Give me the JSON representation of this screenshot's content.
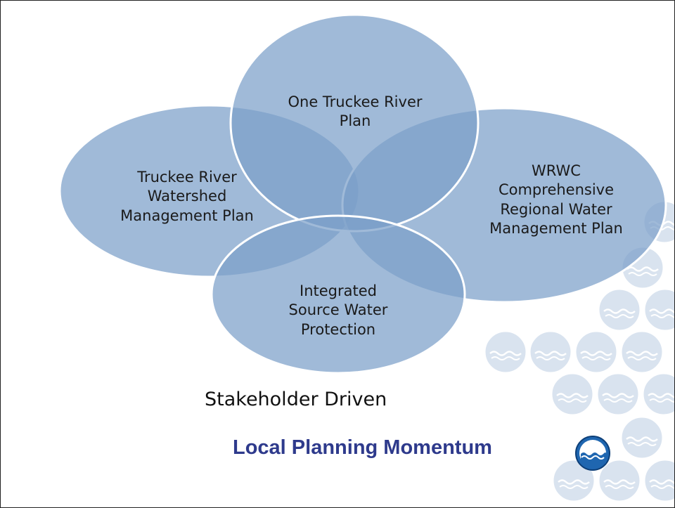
{
  "circles": [
    {
      "id": "top",
      "lines": [
        "One Truckee River",
        "Plan"
      ]
    },
    {
      "id": "left",
      "lines": [
        "Truckee River",
        "Watershed",
        "Management Plan"
      ]
    },
    {
      "id": "right",
      "lines": [
        "WRWC",
        "Comprehensive",
        "Regional Water",
        "Management Plan"
      ]
    },
    {
      "id": "bottom",
      "lines": [
        "Integrated",
        "Source Water",
        "Protection"
      ]
    }
  ],
  "caption": "Stakeholder Driven",
  "title": "Local Planning Momentum",
  "colors": {
    "circle_fill": "#7b9fc9",
    "circle_stroke": "#ffffff",
    "title": "#2e3a8c",
    "logo_blue": "#1f66b0",
    "bubble_fill": "#d9e3ef"
  },
  "icons": [
    "water-wave-logo-icon",
    "water-bubble-icon"
  ]
}
